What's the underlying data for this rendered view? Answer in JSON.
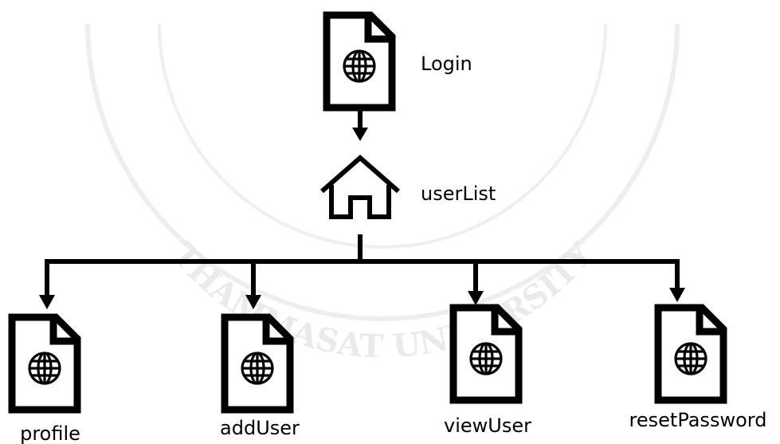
{
  "colors": {
    "stroke": "#000000",
    "background": "#ffffff",
    "watermark": "#e9e9e9"
  },
  "watermark": {
    "text": "THAMMASAT UNIVERSITY"
  },
  "nodes": {
    "login": {
      "label": "Login",
      "icon": "web-page-icon"
    },
    "userlist": {
      "label": "userList",
      "icon": "home-icon"
    },
    "profile": {
      "label": "profile",
      "icon": "web-page-icon"
    },
    "adduser": {
      "label": "addUser",
      "icon": "web-page-icon"
    },
    "viewuser": {
      "label": "viewUser",
      "icon": "web-page-icon"
    },
    "resetpassword": {
      "label": "resetPassword",
      "icon": "web-page-icon"
    }
  }
}
